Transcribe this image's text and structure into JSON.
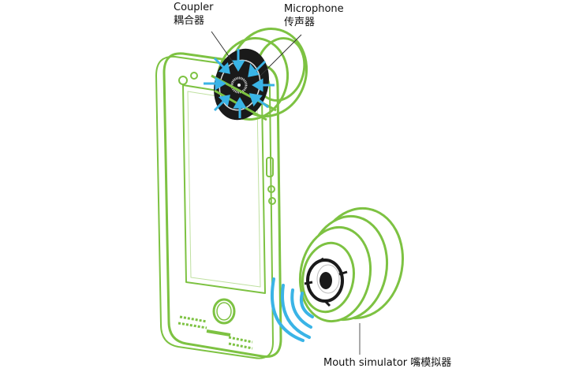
{
  "labels": {
    "coupler_en": "Coupler",
    "coupler_zh": "耦合器",
    "microphone_en": "Microphone",
    "microphone_zh": "传声器",
    "mouth_simulator": "Mouth simulator 嘴模拟器"
  },
  "colors": {
    "outline": "#7dc242",
    "sound": "#3ab4e6",
    "device": "#1a1a1a"
  }
}
